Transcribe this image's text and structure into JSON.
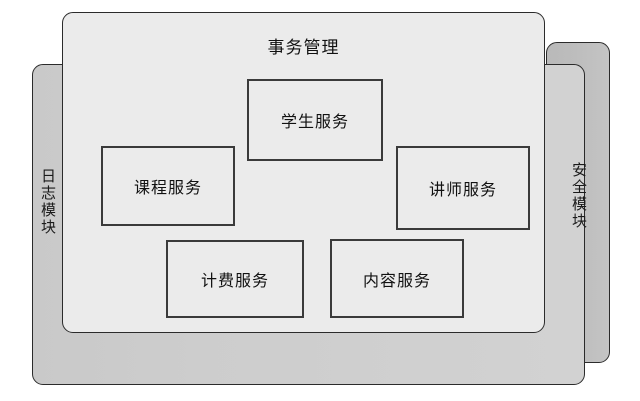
{
  "diagram": {
    "title": "事务管理",
    "layers": {
      "back": {
        "label": "安全模块"
      },
      "middle": {
        "label": "日志模块"
      },
      "front": {
        "label": "事务管理"
      }
    },
    "services": [
      {
        "id": "student",
        "label": "学生服务"
      },
      {
        "id": "course",
        "label": "课程服务"
      },
      {
        "id": "teacher",
        "label": "讲师服务"
      },
      {
        "id": "billing",
        "label": "计费服务"
      },
      {
        "id": "content",
        "label": "内容服务"
      }
    ],
    "colors": {
      "back_panel": "#bdbdbd",
      "middle_panel": "#cdcdcd",
      "front_panel": "#ebebeb",
      "box_fill": "#ebebeb",
      "box_border": "#3a3a3a",
      "panel_border": "#2b2b2b",
      "text": "#111111",
      "background": "#ffffff"
    }
  }
}
